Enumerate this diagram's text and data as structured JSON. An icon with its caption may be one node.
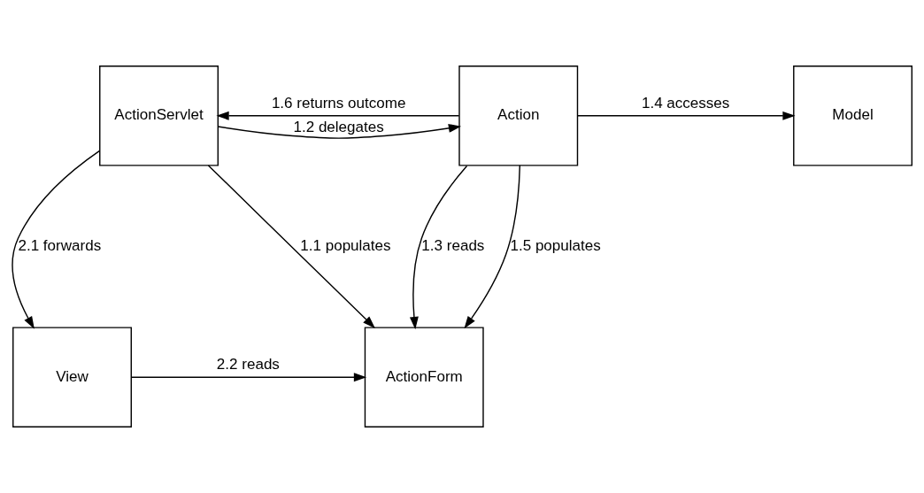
{
  "diagram": {
    "nodes": [
      {
        "text": [
          "ActionServlet"
        ]
      },
      {
        "text": [
          "Action"
        ]
      },
      {
        "text": [
          "Model"
        ]
      },
      {
        "text": [
          "View"
        ]
      },
      {
        "text": [
          "ActionForm"
        ]
      }
    ],
    "edges": [
      {
        "from": 0,
        "to": 1,
        "arrow": "to",
        "label": "1.2 delegates"
      },
      {
        "from": 1,
        "to": 0,
        "arrow": "to",
        "label": "1.6 returns outcome"
      },
      {
        "from": 1,
        "to": 2,
        "arrow": "to",
        "label": "1.4 accesses"
      },
      {
        "from": 0,
        "to": 3,
        "arrow": "to",
        "label": "2.1 forwards"
      },
      {
        "from": 0,
        "to": 4,
        "arrow": "to",
        "label": "1.1 populates"
      },
      {
        "from": 1,
        "to": 4,
        "arrow": "to",
        "label": "1.3 reads"
      },
      {
        "from": 1,
        "to": 4,
        "arrow": "to",
        "label": "1.5 populates"
      },
      {
        "from": 3,
        "to": 4,
        "arrow": "to",
        "label": "2.2 reads"
      }
    ]
  }
}
